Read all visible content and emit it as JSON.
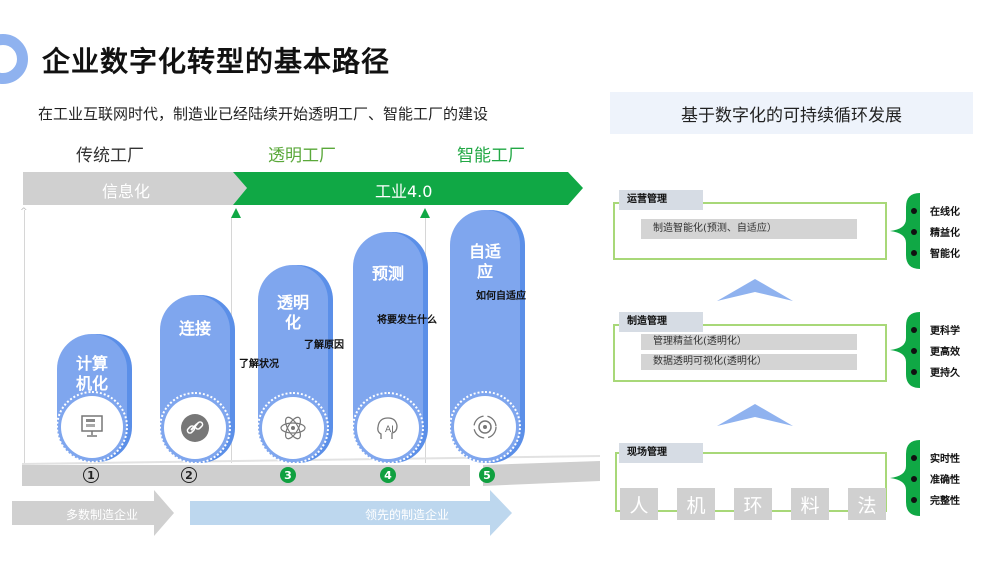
{
  "header": {
    "title": "企业数字化转型的基本路径",
    "subtitle": "在工业互联网时代，制造业已经陆续开始透明工厂、智能工厂的建设"
  },
  "stages": {
    "traditional": "传统工厂",
    "transparent": "透明工厂",
    "smart": "智能工厂"
  },
  "band": {
    "informatization": "信息化",
    "industry40": "工业4.0"
  },
  "colors": {
    "pill_blue": "#7fa6ee",
    "green": "#10a845",
    "grey_band": "#d0d0d0",
    "light_blue_arrow": "#bdd7ee"
  },
  "steps": [
    {
      "number": "1",
      "label": "计算机化",
      "icon": "computer-icon",
      "note": ""
    },
    {
      "number": "2",
      "label": "连接",
      "icon": "link-icon",
      "note": "了解状况"
    },
    {
      "number": "3",
      "label": "透明化",
      "icon": "atom-icon",
      "note": "了解原因"
    },
    {
      "number": "4",
      "label": "预测",
      "icon": "ai-head-icon",
      "note": "将要发生什么"
    },
    {
      "number": "5",
      "label": "自适应",
      "icon": "gear-cycle-icon",
      "note": "如何自适应"
    }
  ],
  "pill_lines": {
    "s1": [
      "计算",
      "机化"
    ],
    "s2": [
      "连接"
    ],
    "s3": [
      "透明",
      "化"
    ],
    "s4": [
      "预测"
    ],
    "s5": [
      "自适",
      "应"
    ]
  },
  "bottom": {
    "majority": "多数制造企业",
    "leading": "领先的制造企业"
  },
  "right_panel": {
    "title": "基于数字化的可持续循环发展",
    "levels": [
      {
        "tag": "运营管理",
        "items": [
          "制造智能化(预测、自适应）"
        ],
        "benefits": [
          "在线化",
          "精益化",
          "智能化"
        ]
      },
      {
        "tag": "制造管理",
        "items": [
          "管理精益化(透明化）",
          "数据透明可视化(透明化）"
        ],
        "benefits": [
          "更科学",
          "更高效",
          "更持久"
        ]
      },
      {
        "tag": "现场管理",
        "factors": [
          "人",
          "机",
          "环",
          "料",
          "法"
        ],
        "benefits": [
          "实时性",
          "准确性",
          "完整性"
        ]
      }
    ]
  }
}
